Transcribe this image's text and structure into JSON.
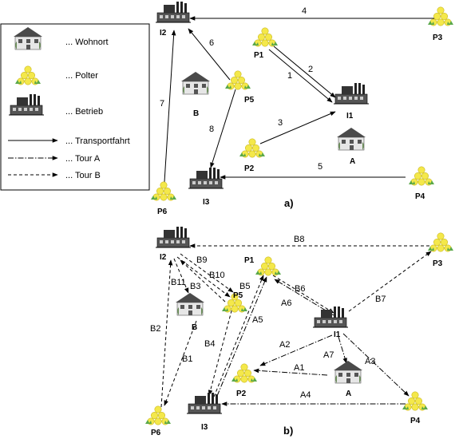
{
  "legend": {
    "items": [
      {
        "icon": "house-icon",
        "text": "... Wohnort"
      },
      {
        "icon": "log-pile-icon",
        "text": "... Polter"
      },
      {
        "icon": "factory-icon",
        "text": "... Betrieb"
      },
      {
        "icon": "solid-arrow",
        "text": "... Transportfahrt"
      },
      {
        "icon": "dash-dot-arrow",
        "text": "... Tour A"
      },
      {
        "icon": "dashed-arrow",
        "text": "... Tour B"
      }
    ]
  },
  "panel_a": {
    "label": "a)",
    "nodes": {
      "I2": "I2",
      "P3": "P3",
      "P1": "P1",
      "P5": "P5",
      "B": "B",
      "I1": "I1",
      "P2": "P2",
      "A": "A",
      "I3": "I3",
      "P4": "P4",
      "P6": "P6"
    },
    "edges": [
      {
        "label": "1"
      },
      {
        "label": "2"
      },
      {
        "label": "3"
      },
      {
        "label": "4"
      },
      {
        "label": "5"
      },
      {
        "label": "6"
      },
      {
        "label": "7"
      },
      {
        "label": "8"
      }
    ]
  },
  "panel_b": {
    "label": "b)",
    "nodes": {
      "I2": "I2",
      "P3": "P3",
      "P1": "P1",
      "P5": "P5",
      "B": "B",
      "I1": "I1",
      "P2": "P2",
      "A": "A",
      "I3": "I3",
      "P4": "P4",
      "P6": "P6"
    },
    "tour_a_edges": [
      "A1",
      "A2",
      "A3",
      "A4",
      "A5",
      "A6",
      "A7"
    ],
    "tour_b_edges": [
      "B1",
      "B2",
      "B3",
      "B4",
      "B5",
      "B6",
      "B7",
      "B8",
      "B9",
      "B10",
      "B11"
    ]
  },
  "colors": {
    "polter_yellow": "#f4e84a",
    "polter_leaf": "#5aa84a",
    "house_gray": "#6a6a6a"
  }
}
